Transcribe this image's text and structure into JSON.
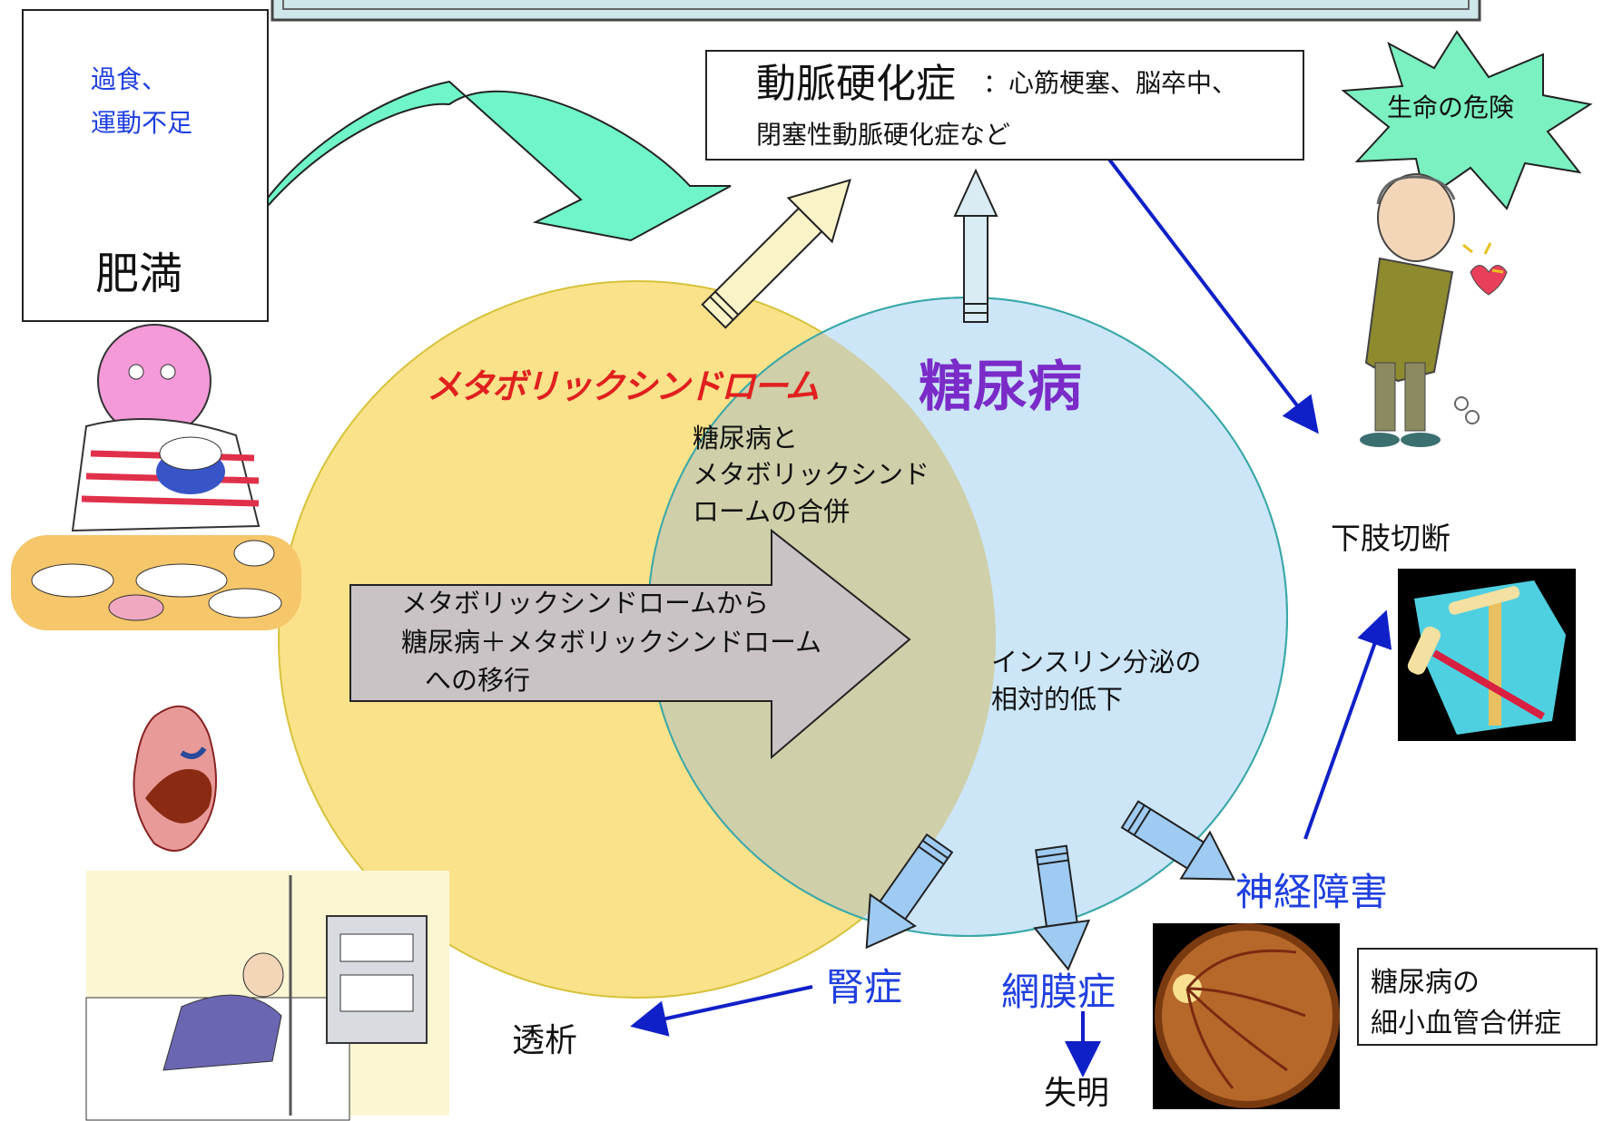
{
  "cause": {
    "line1": "過食、",
    "line2": "運動不足",
    "result": "肥満"
  },
  "arteriosclerosis": {
    "title": "動脈硬化症",
    "line1_rest": "：心筋梗塞、脳卒中、",
    "line2": "閉塞性動脈硬化症など"
  },
  "danger_label": "生命の危険",
  "metabolic_syndrome": "メタボリックシンドローム",
  "diabetes": "糖尿病",
  "overlap": {
    "line1": "糖尿病と",
    "line2": "メタボリックシンド",
    "line3": "ロームの合併"
  },
  "transition": {
    "line1": "メタボリックシンドロームから",
    "line2": "糖尿病＋メタボリックシンドローム",
    "line3": "への移行"
  },
  "insulin": {
    "line1": "インスリン分泌の",
    "line2": "相対的低下"
  },
  "amputation": "下肢切断",
  "neuropathy": "神経障害",
  "nephropathy": "腎症",
  "retinopathy": "網膜症",
  "dialysis": "透析",
  "blindness": "失明",
  "microvascular": {
    "line1": "糖尿病の",
    "line2": "細小血管合併症"
  },
  "colors": {
    "metabolic_fill": "#FAE28A",
    "diabetes_fill": "#CCE6F8",
    "overlap_fill": "#CFCFA9",
    "red_title": "#E0201F",
    "purple_title": "#7A2BC8",
    "blue_text": "#1F3FE0",
    "teal_arrow": "#6FF5C9",
    "navy_arrow": "#1020C8"
  }
}
